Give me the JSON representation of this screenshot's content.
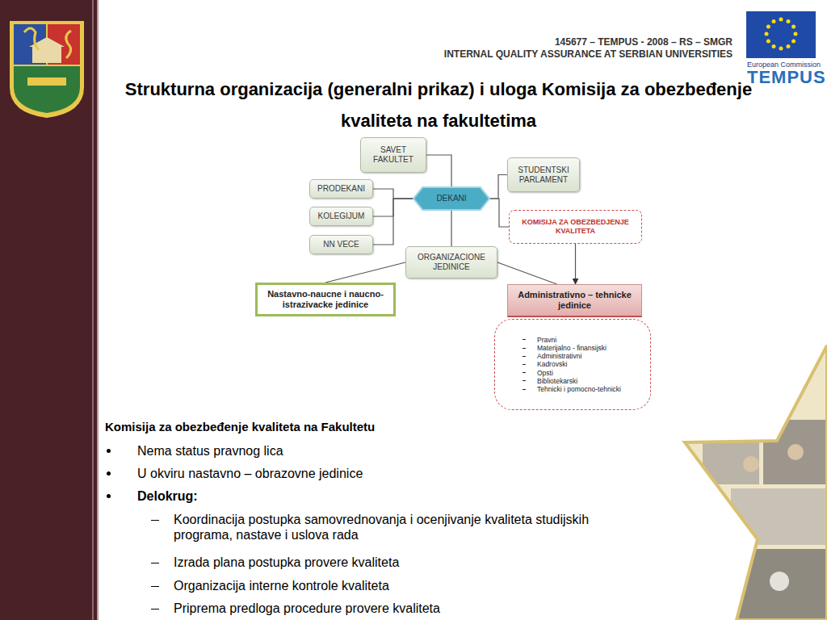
{
  "diagram": {
    "title": "Strukturna organizacija (generalni prikaz) i uloga Komisija za obezbeđenje kvaliteta na fakultetima",
    "nodes": [
      {
        "text": [
          "SAVET FAKULTET"
        ]
      },
      {
        "text": [
          "STUDENTSKI PARLAMENT"
        ]
      },
      {
        "text": [
          "PRODEKANI"
        ]
      },
      {
        "text": [
          "DEKANI"
        ]
      },
      {
        "text": [
          "KOLEGIJUM"
        ]
      },
      {
        "text": [
          "KOMISIJA ZA OBEZBEDJENJE KVALITETA"
        ]
      },
      {
        "text": [
          "NN VECE"
        ]
      },
      {
        "text": [
          "ORGANIZACIONE JEDINICE"
        ]
      },
      {
        "text": [
          "Nastavno-naucne i naucno-istrazivacke jedinice"
        ]
      },
      {
        "text": [
          "Administrativno – tehnicke jedinice"
        ]
      },
      {
        "text": [
          "Pravni",
          "Materijalno - finansijski",
          "Administrativni",
          "Kadrovski",
          "Opsti",
          "Bibliotekarski",
          "Tehnicki i pomocno-tehnicki"
        ]
      }
    ],
    "edges": [
      {
        "from": 3,
        "to": 0,
        "arrow": "none"
      },
      {
        "from": 3,
        "to": 1,
        "arrow": "none"
      },
      {
        "from": 3,
        "to": 5,
        "arrow": "none"
      },
      {
        "from": 3,
        "to": 2,
        "arrow": "none"
      },
      {
        "from": 3,
        "to": 4,
        "arrow": "none"
      },
      {
        "from": 3,
        "to": 6,
        "arrow": "none"
      },
      {
        "from": 3,
        "to": 7,
        "arrow": "none"
      },
      {
        "from": 7,
        "to": 8,
        "arrow": "none"
      },
      {
        "from": 7,
        "to": 9,
        "arrow": "none"
      },
      {
        "from": 5,
        "to": 9,
        "arrow": "to"
      }
    ],
    "labels": [
      "145677 – TEMPUS - 2008 – RS – SMGR",
      "INTERNAL QUALITY ASSURANCE AT SERBIAN UNIVERSITIES",
      "European Commission",
      "TEMPUS",
      "Komisija za obezbeđenje kvaliteta na Fakultetu",
      "Nema status pravnog lica",
      "U okviru nastavno – obrazovne jedinice",
      "Delokrug:",
      "Koordinacija postupka samovrednovanja i ocenjivanje kvaliteta studijskih programa, nastave i uslova rada",
      "Izrada plana postupka provere kvaliteta",
      "Organizacija interne kontrole kvaliteta",
      "Priprema predloga procedure provere kvaliteta"
    ]
  }
}
